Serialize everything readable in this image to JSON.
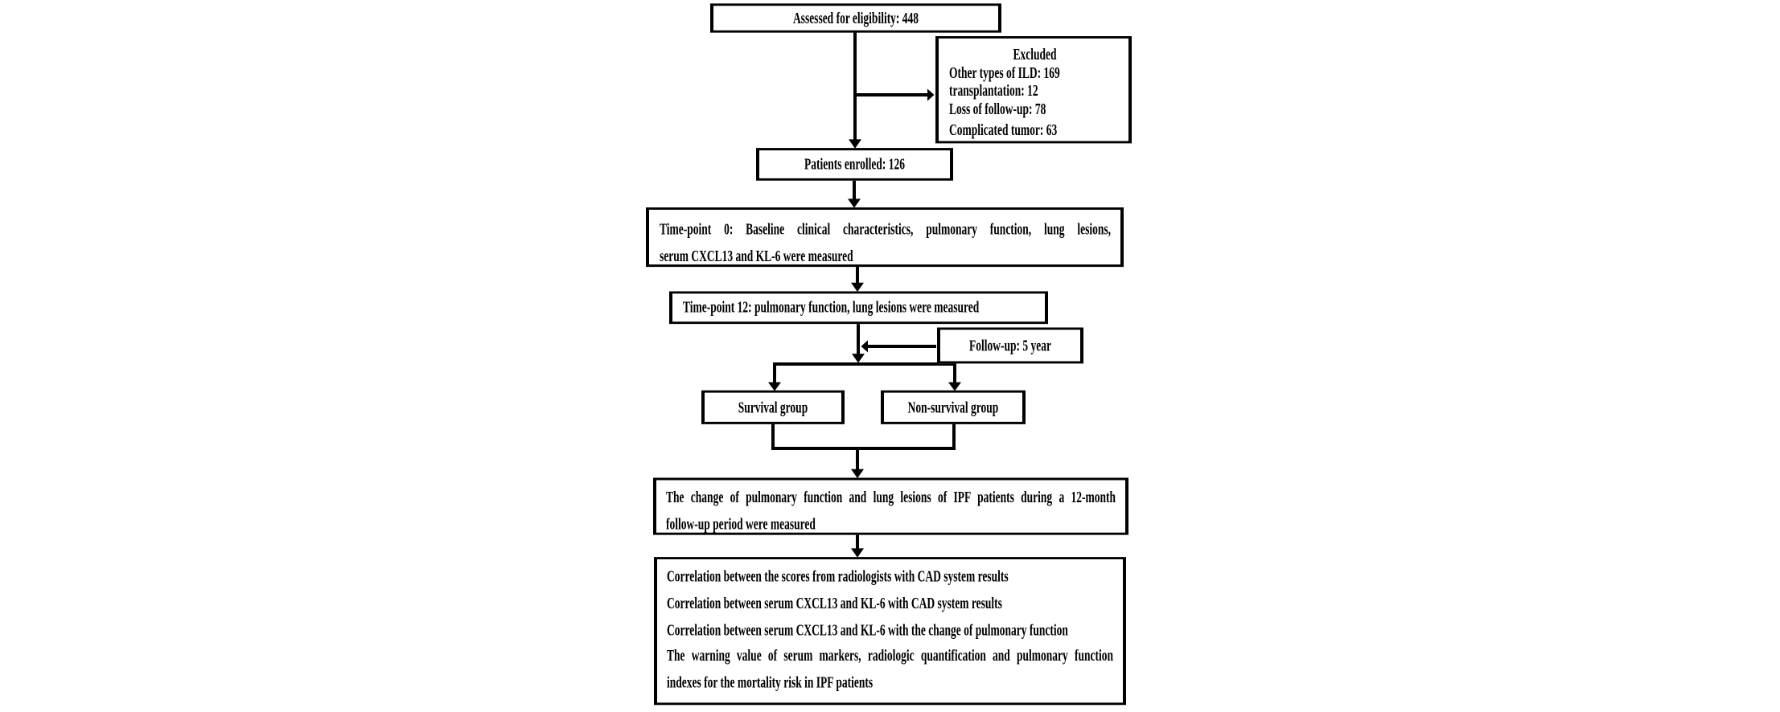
{
  "colors": {
    "ink": "#000000",
    "background": "#ffffff"
  },
  "flowchart": {
    "assessed": "Assessed for eligibility: 448",
    "excluded": {
      "title": "Excluded",
      "lines": [
        "Other types of ILD: 169",
        "transplantation:  12",
        "Loss of follow-up:  78",
        "Complicated tumor:  63"
      ]
    },
    "patients": "Patients enrolled: 126",
    "timepoint0": {
      "line1": "Time-point 0: Baseline clinical characteristics, pulmonary function, lung lesions,",
      "line2": "serum CXCL13 and KL-6 were measured"
    },
    "timepoint12": "Time-point 12:  pulmonary function,   lung lesions were measured",
    "followup": "Follow-up: 5 year",
    "survival": "Survival group",
    "nonsurvival": "Non-survival group",
    "change": {
      "line1": "The change of pulmonary function and lung lesions of IPF patients during a 12-month",
      "line2": "follow-up period were measured"
    },
    "outcomes": {
      "line1": "Correlation between the scores from radiologists with CAD system results",
      "line2": "Correlation between serum CXCL13 and KL-6 with CAD system results",
      "line3": "Correlation between serum CXCL13 and KL-6 with the change of pulmonary function",
      "line4": "The warning value of serum markers, radiologic quantification and pulmonary function",
      "line5": "indexes for the mortality risk in IPF patients"
    }
  }
}
